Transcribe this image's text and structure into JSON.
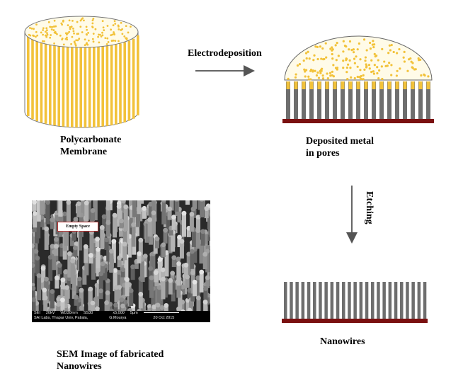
{
  "steps": {
    "membrane_caption": [
      "Polycarbonate",
      "Membrane"
    ],
    "deposition_arrow_label": "Electrodeposition",
    "deposited_caption": [
      "Deposited metal",
      "in pores"
    ],
    "etching_arrow_label": "Etching",
    "nanowires_caption": "Nanowires",
    "sem_caption": [
      "SEM Image of fabricated",
      "Nanowires"
    ]
  },
  "sem_image": {
    "callout": "Empty Space",
    "info_row1": [
      "SEI",
      "20kV",
      "WD30mm",
      "SS30",
      "x5,000",
      "5µm"
    ],
    "info_row2": [
      "SAI Labs, Thapar Univ, Patiala,",
      "G.Mourya",
      "20 Oct 2015"
    ]
  },
  "colors": {
    "gold": "#f2c23a",
    "gray": "#6e6e6e",
    "substrate": "#7a1010",
    "arrow": "#555555"
  }
}
